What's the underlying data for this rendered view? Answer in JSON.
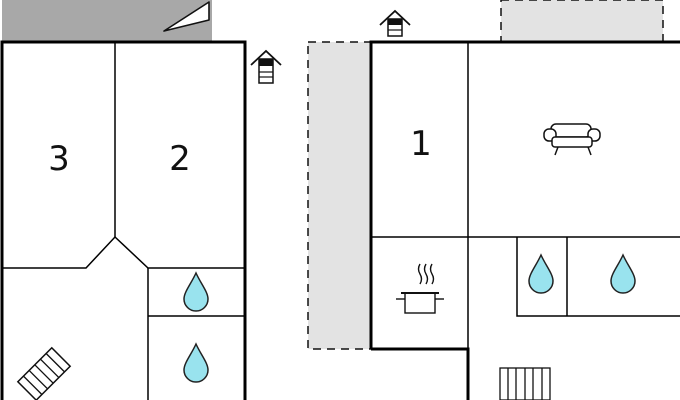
{
  "floorplan": {
    "rooms": [
      {
        "id": "room-3",
        "label": "3",
        "kind": "bedroom"
      },
      {
        "id": "room-2",
        "label": "2",
        "kind": "bedroom"
      },
      {
        "id": "room-1",
        "label": "1",
        "kind": "bedroom"
      }
    ],
    "icons": [
      "entrance-icon-left-floor",
      "entrance-icon-right-floor",
      "water-drop-icon",
      "sofa-icon",
      "cooking-pot-icon",
      "stairs-icon",
      "balcony-icon"
    ],
    "colors": {
      "wall": "#000000",
      "terrace_fill": "#a8a8a8",
      "light_terrace_fill": "#e3e3e3",
      "water_drop": "#99e3ee"
    }
  }
}
